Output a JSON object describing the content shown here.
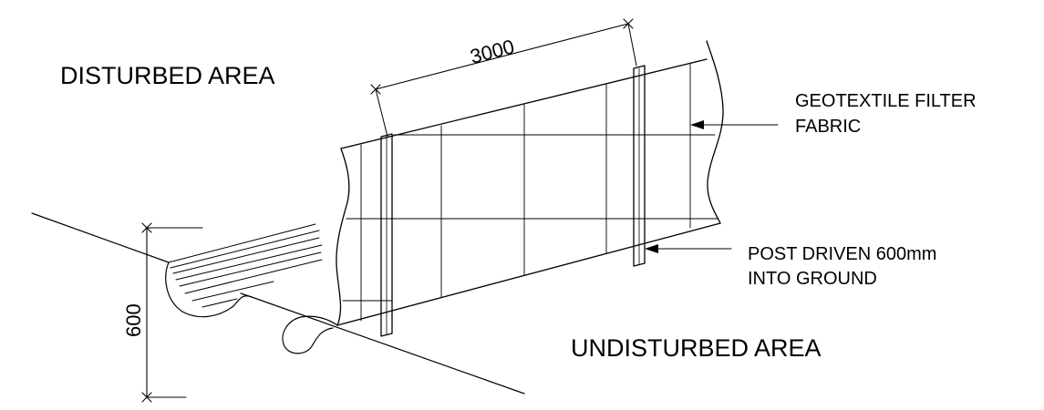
{
  "labels": {
    "disturbed_area": "DISTURBED AREA",
    "undisturbed_area": "UNDISTURBED AREA",
    "geotextile_line1": "GEOTEXTILE FILTER",
    "geotextile_line2": "FABRIC",
    "post_line1": "POST DRIVEN 600mm",
    "post_line2": "INTO GROUND"
  },
  "dimensions": {
    "post_spacing": "3000",
    "trench_depth": "600"
  }
}
